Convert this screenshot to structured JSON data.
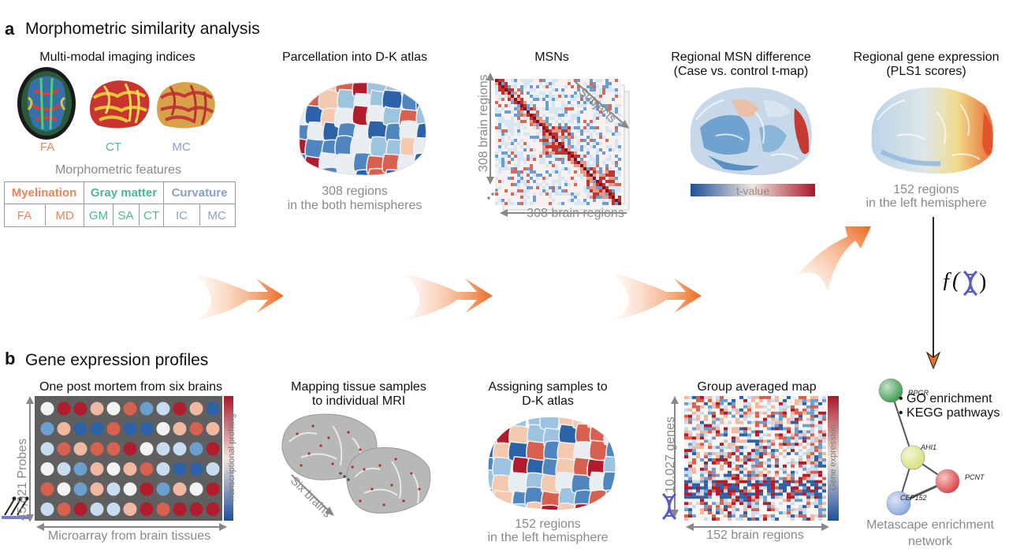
{
  "panel_a": {
    "letter": "a",
    "title": "Morphometric similarity analysis",
    "imaging": {
      "header": "Multi-modal imaging indices",
      "labels": [
        "FA",
        "CT",
        "MC"
      ],
      "caption": "Morphometric features"
    },
    "feature_table": {
      "groups": [
        {
          "name": "Myelination",
          "color": "#e8855a",
          "items": [
            "FA",
            "MD"
          ]
        },
        {
          "name": "Gray matter",
          "color": "#4fb59a",
          "items": [
            "GM",
            "SA",
            "CT"
          ]
        },
        {
          "name": "Curvature",
          "color": "#8aa0c8",
          "items": [
            "IC",
            "MC"
          ]
        }
      ]
    },
    "parcellation": {
      "header": "Parcellation into D-K atlas",
      "caption1": "308 regions",
      "caption2": "in the both hemispheres"
    },
    "msn": {
      "header": "MSNs",
      "yaxis": "308 brain regions",
      "xaxis": "308 brain regions",
      "depth": "Subjects"
    },
    "difference": {
      "header1": "Regional MSN difference",
      "header2": "(Case vs. control t-map)",
      "colorbar_label": "t-value"
    },
    "gene_map": {
      "header1": "Regional gene expression",
      "header2": "(PLS1 scores)",
      "caption1": "152 regions",
      "caption2": "in the left hemisphere"
    },
    "function_label": "ƒ(",
    "function_close": ")"
  },
  "panel_b": {
    "letter": "b",
    "title": "Gene expression profiles",
    "postmortem": {
      "header": "One post mortem from six brains",
      "yaxis": "45,821 Probes",
      "xaxis": "Microarray from brain tissues",
      "colorbar_label": "Transcriptional profiling"
    },
    "mapping": {
      "header1": "Mapping tissue samples",
      "header2": "to individual MRI",
      "side_label": "Six brains"
    },
    "assigning": {
      "header1": "Assigning samples to",
      "header2": "D-K atlas",
      "caption1": "152 regions",
      "caption2": "in the left hemisphere"
    },
    "group_map": {
      "header": "Group averaged map",
      "yaxis": "10,027 genes",
      "xaxis": "152 brain regions",
      "colorbar_label": "Gene expression"
    },
    "enrichment": {
      "bullets": [
        "GO enrichment",
        "KEGG pathways"
      ],
      "nodes": [
        {
          "label": "RPGR",
          "color": "#3c9a4e"
        },
        {
          "label": "AHI1",
          "color": "#d8e07a"
        },
        {
          "label": "PCNT",
          "color": "#e04040"
        },
        {
          "label": "CEP152",
          "color": "#8aa8e0"
        }
      ],
      "caption1": "Metascape enrichment",
      "caption2": "network"
    }
  },
  "colors": {
    "arrow": "#f07830",
    "gray_text": "#8a8a8a",
    "blue": "#2b62a8",
    "red": "#b01c2c"
  }
}
